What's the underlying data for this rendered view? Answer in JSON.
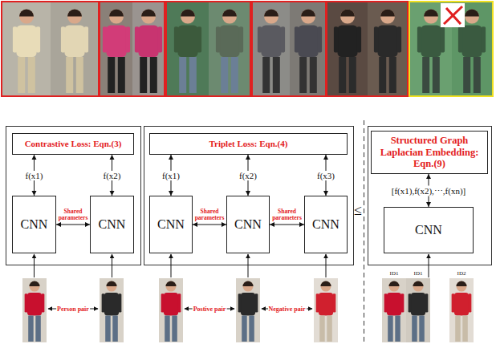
{
  "diagram": {
    "nodes": [
      {
        "text": [
          "Contrastive Loss: Eqn.(3)"
        ]
      },
      {
        "text": [
          "CNN"
        ]
      },
      {
        "text": [
          "CNN"
        ]
      },
      {
        "text": [
          "Triplet Loss: Eqn.(4)"
        ]
      },
      {
        "text": [
          "CNN"
        ]
      },
      {
        "text": [
          "CNN"
        ]
      },
      {
        "text": [
          "CNN"
        ]
      },
      {
        "text": [
          "Structured Graph Laplacian Embedding: Eqn.(9)"
        ]
      },
      {
        "text": [
          "CNN"
        ]
      }
    ],
    "edges": [
      {
        "from": 1,
        "to": 0,
        "arrow": "both",
        "label": "f(x1)"
      },
      {
        "from": 2,
        "to": 0,
        "arrow": "both",
        "label": "f(x2)"
      },
      {
        "from": 1,
        "to": 2,
        "arrow": "both",
        "label": "Shared parameters"
      },
      {
        "from": 4,
        "to": 3,
        "arrow": "both",
        "label": "f(x1)"
      },
      {
        "from": 5,
        "to": 3,
        "arrow": "both",
        "label": "f(x2)"
      },
      {
        "from": 6,
        "to": 3,
        "arrow": "both",
        "label": "f(x3)"
      },
      {
        "from": 4,
        "to": 5,
        "arrow": "both",
        "label": "Shared parameters"
      },
      {
        "from": 5,
        "to": 6,
        "arrow": "both",
        "label": "Shared parameters"
      },
      {
        "from": 8,
        "to": 7,
        "arrow": "both",
        "label": "[f(x1),f(x2),⋯,f(xn)]"
      }
    ],
    "labels": [
      "≤",
      "Person pair",
      "Postive pair",
      "Negative pair",
      "ID1",
      "ID1",
      "ID2"
    ]
  }
}
